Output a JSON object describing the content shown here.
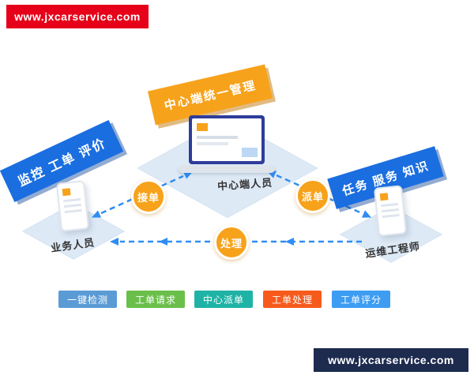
{
  "watermarks": {
    "top": "www.jxcarservice.com",
    "bottom": "www.jxcarservice.com"
  },
  "banners": {
    "left": "监控 工单 评价",
    "center": "中心端统一管理",
    "right": "任务 服务 知识"
  },
  "nodes": {
    "center": "中心端人员",
    "left": "业务人员",
    "right": "运维工程师"
  },
  "flows": {
    "accept": "接单",
    "dispatch": "派单",
    "process": "处理"
  },
  "legend": {
    "items": [
      {
        "label": "一键检测",
        "color": "#5b9bd5"
      },
      {
        "label": "工单请求",
        "color": "#6abf4b"
      },
      {
        "label": "中心派单",
        "color": "#1fb3a6"
      },
      {
        "label": "工单处理",
        "color": "#f75b1c"
      },
      {
        "label": "工单评分",
        "color": "#3d9df3"
      }
    ]
  },
  "colors": {
    "banner_blue": "#1a6ee0",
    "banner_orange": "#f7a21b",
    "badge_orange": "#f7a21b",
    "arrow_blue": "#2f8df5",
    "platform": "#dde9f5",
    "watermark_red": "#e60019",
    "watermark_navy": "#1d2b4f"
  }
}
